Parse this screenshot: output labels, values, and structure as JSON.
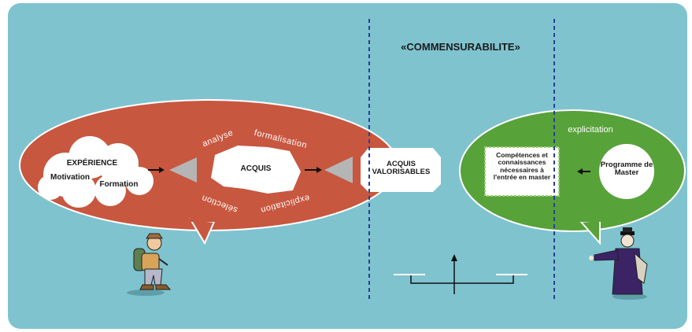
{
  "title": "«COMMENSURABILITE»",
  "left": {
    "cloud": {
      "heading": "EXPÉRIENCE",
      "item1": "Motivation",
      "item2": "Formation"
    },
    "middle_shape": "ACQUIS",
    "process_words": {
      "top_left": "analyse",
      "top_right": "formalisation",
      "bottom_left": "sélection",
      "bottom_right": "explicitation"
    },
    "result": "ACQUIS VALORISABLES"
  },
  "right": {
    "top_word": "explicitation",
    "box_text": "Compétences et connaissances nécessaires à l'entrée en master",
    "circle_text": "Programme de Master"
  },
  "colors": {
    "background": "#7fc3cf",
    "left_bubble": "#c8573f",
    "right_bubble": "#58a23a",
    "dashed_line": "#2b3d9a"
  }
}
